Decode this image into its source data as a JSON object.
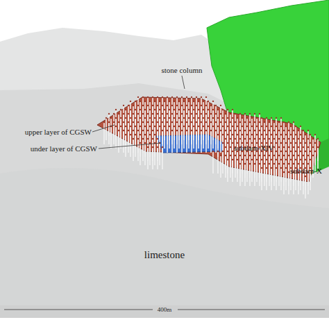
{
  "diagram": {
    "labels": [
      "stone column",
      "upper layer of CGSW",
      "under layer of CGSW",
      "subdam-XIV",
      "subdam-X",
      "limestone",
      "400m"
    ]
  }
}
